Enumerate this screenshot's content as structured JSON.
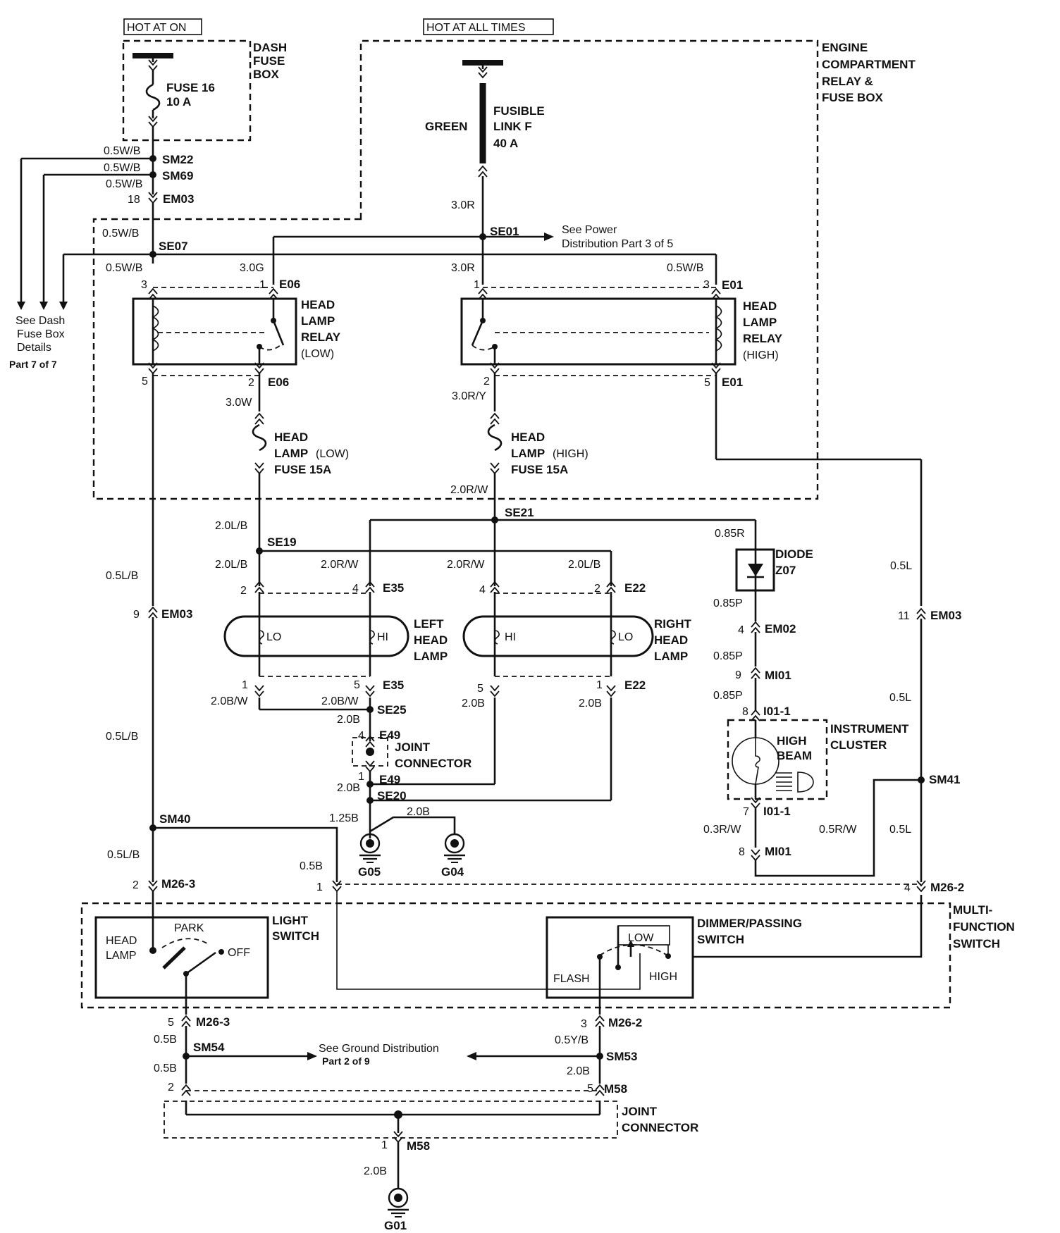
{
  "top_labels": {
    "hot_at_on": "HOT AT ON",
    "hot_at_all_times": "HOT AT ALL TIMES"
  },
  "dash_fuse_box": {
    "l1": "DASH",
    "l2": "FUSE",
    "l3": "BOX"
  },
  "fuse16": {
    "name": "FUSE 16",
    "rating": "10 A"
  },
  "engine_box": {
    "l1": "ENGINE",
    "l2": "COMPARTMENT",
    "l3": "RELAY &",
    "l4": "FUSE BOX"
  },
  "fusible_link": {
    "color": "GREEN",
    "l1": "FUSIBLE",
    "l2": "LINK F",
    "rating": "40 A"
  },
  "see_power": {
    "l1": "See Power",
    "l2": "Distribution Part 3 of 5"
  },
  "see_dash": {
    "l1": "See Dash",
    "l2": "Fuse Box",
    "l3": "Details",
    "l4": "Part 7 of 7"
  },
  "relay_low": {
    "l1": "HEAD",
    "l2": "LAMP",
    "l3": "RELAY",
    "l4": "(LOW)"
  },
  "relay_high": {
    "l1": "HEAD",
    "l2": "LAMP",
    "l3": "RELAY",
    "l4": "(HIGH)"
  },
  "fuse_low": {
    "l1": "HEAD",
    "l2a": "LAMP",
    "l2b": "(LOW)",
    "l3": "FUSE 15A"
  },
  "fuse_high": {
    "l1": "HEAD",
    "l2a": "LAMP",
    "l2b": "(HIGH)",
    "l3": "FUSE 15A"
  },
  "left_lamp": {
    "l1": "LEFT",
    "l2": "HEAD",
    "l3": "LAMP",
    "lo": "LO",
    "hi": "HI"
  },
  "right_lamp": {
    "l1": "RIGHT",
    "l2": "HEAD",
    "l3": "LAMP",
    "lo": "LO",
    "hi": "HI"
  },
  "diode": {
    "name": "DIODE",
    "id": "Z07"
  },
  "instrument_cluster": {
    "l1": "INSTRUMENT",
    "l2": "CLUSTER",
    "hb1": "HIGH",
    "hb2": "BEAM"
  },
  "joint_connector_mid": {
    "l1": "JOINT",
    "l2": "CONNECTOR"
  },
  "joint_connector_bottom": {
    "l1": "JOINT",
    "l2": "CONNECTOR"
  },
  "light_switch": {
    "title1": "LIGHT",
    "title2": "SWITCH",
    "head1": "HEAD",
    "head2": "LAMP",
    "park": "PARK",
    "off": "OFF"
  },
  "dimmer_switch": {
    "title1": "DIMMER/PASSING",
    "title2": "SWITCH",
    "low": "LOW",
    "flash": "FLASH",
    "high": "HIGH"
  },
  "multi_function": {
    "l1": "MULTI-",
    "l2": "FUNCTION",
    "l3": "SWITCH"
  },
  "see_ground": {
    "l1": "See Ground Distribution",
    "l2": "Part 2 of 9"
  },
  "splices": {
    "sm22": "SM22",
    "sm69": "SM69",
    "se07": "SE07",
    "se01": "SE01",
    "se21": "SE21",
    "se19": "SE19",
    "se25": "SE25",
    "se20": "SE20",
    "sm40": "SM40",
    "sm41": "SM41",
    "sm54": "SM54",
    "sm53": "SM53"
  },
  "connectors": {
    "em03_a": "EM03",
    "e06_a": "E06",
    "e01_a": "E01",
    "e06_b": "E06",
    "e01_b": "E01",
    "e35_a": "E35",
    "e22_a": "E22",
    "e35_b": "E35",
    "e22_b": "E22",
    "em03_b": "EM03",
    "em03_c": "EM03",
    "em02": "EM02",
    "mi01_a": "MI01",
    "i01_a": "I01-1",
    "e49_a": "E49",
    "e49_b": "E49",
    "i01_b": "I01-1",
    "mi01_b": "MI01",
    "m26_3a": "M26-3",
    "m26_2a": "M26-2",
    "m26_3b": "M26-3",
    "m26_2b": "M26-2",
    "m58_a": "M58",
    "m58_b": "M58"
  },
  "pins": {
    "p_em03_18": "18",
    "p_rl3": "3",
    "p_rl1": "1",
    "p_rh1": "1",
    "p_rh3": "3",
    "p_rl5": "5",
    "p_rl2": "2",
    "p_rh2": "2",
    "p_rh5": "5",
    "p_ll2": "2",
    "p_ll4": "4",
    "p_rr4": "4",
    "p_rr2": "2",
    "p_ll1": "1",
    "p_ll5": "5",
    "p_rr5": "5",
    "p_rr1": "1",
    "p_em03_9": "9",
    "p_em03_11": "11",
    "p_em02_4": "4",
    "p_mi01_9": "9",
    "p_i01_8": "8",
    "p_e49_4": "4",
    "p_e49_1": "1",
    "p_i01_7": "7",
    "p_mi01_8": "8",
    "p_m26_3_2": "2",
    "p_m26_2_1": "1",
    "p_m26_2_4": "4",
    "p_m26_3_5": "5",
    "p_m26_2_3": "3",
    "p_m58_2": "2",
    "p_m58_5": "5",
    "p_m58_1": "1"
  },
  "wires": {
    "w1": "0.5W/B",
    "w2": "0.5W/B",
    "w3": "0.5W/B",
    "w4": "0.5W/B",
    "w5": "0.5W/B",
    "w6": "3.0G",
    "w7": "3.0R",
    "w8": "3.0R",
    "w9": "0.5W/B",
    "w10": "3.0W",
    "w11": "3.0R/Y",
    "w12": "2.0R/W",
    "w13": "2.0L/B",
    "w14": "2.0L/B",
    "w15": "2.0R/W",
    "w16": "2.0R/W",
    "w17": "2.0L/B",
    "w18": "0.85R",
    "w19": "0.85P",
    "w20": "0.85P",
    "w21": "0.85P",
    "w22": "0.5L/B",
    "w23": "0.5L",
    "w24": "0.5L",
    "w25": "2.0B/W",
    "w26": "2.0B/W",
    "w27": "2.0B",
    "w28": "2.0B",
    "w29": "2.0B",
    "w30": "0.5L/B",
    "w31": "2.0B",
    "w32": "1.25B",
    "w33": "2.0B",
    "w34": "0.3R/W",
    "w35": "0.5R/W",
    "w36": "0.5L",
    "w37": "0.5L/B",
    "w38": "0.5B",
    "w39": "0.5B",
    "w40": "0.5B",
    "w41": "0.5Y/B",
    "w42": "2.0B",
    "w43": "2.0B"
  },
  "grounds": {
    "g05": "G05",
    "g04": "G04",
    "g01": "G01"
  }
}
